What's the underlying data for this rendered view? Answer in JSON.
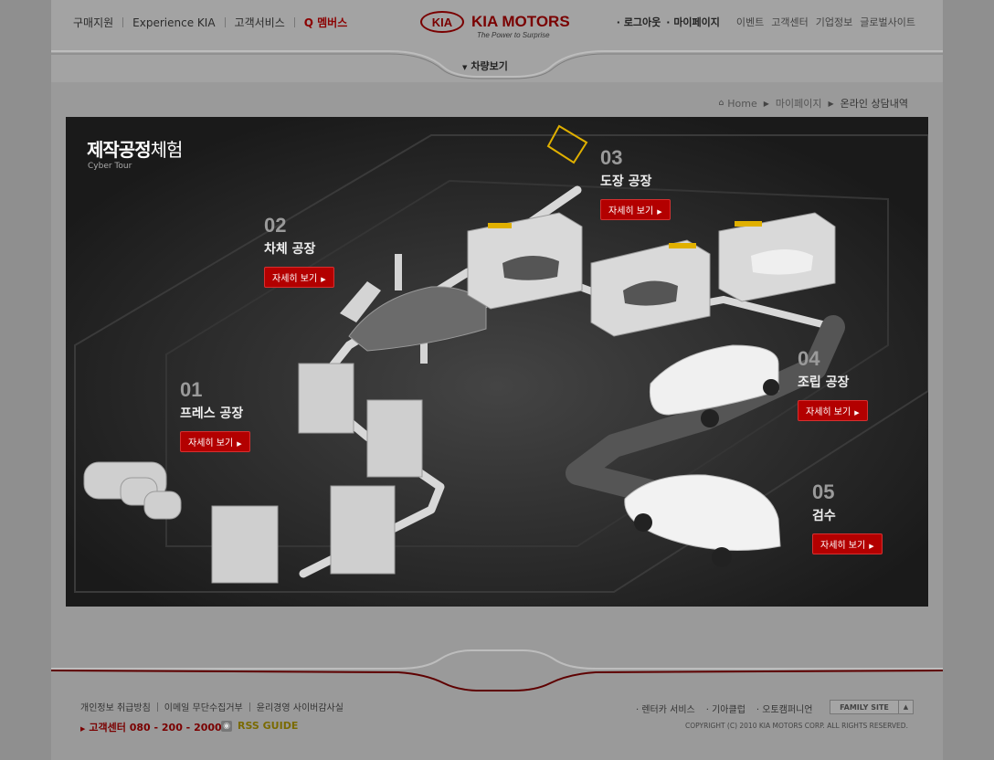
{
  "header": {
    "top_nav": [
      "구매지원",
      "Experience KIA",
      "고객서비스",
      "Q 멤버스"
    ],
    "logo_text": "KIA",
    "logo_name": "KIA MOTORS",
    "logo_tagline": "The Power to Surprise",
    "right_nav_bold": [
      "로그아웃",
      "마이페이지"
    ],
    "right_nav": [
      "이벤트",
      "고객센터",
      "기업정보",
      "글로벌사이트"
    ],
    "vehicle_tab": "차량보기"
  },
  "breadcrumb": {
    "home": "Home",
    "items": [
      "마이페이지",
      "온라인 상담내역"
    ]
  },
  "tour": {
    "title_bold": "제작공정",
    "title_light": "체험",
    "subtitle": "Cyber Tour",
    "detail_label": "자세히 보기",
    "steps": [
      {
        "num": "01",
        "name": "프레스 공장"
      },
      {
        "num": "02",
        "name": "차체 공장"
      },
      {
        "num": "03",
        "name": "도장 공장"
      },
      {
        "num": "04",
        "name": "조립 공장"
      },
      {
        "num": "05",
        "name": "검수"
      }
    ]
  },
  "footer": {
    "links": [
      "개인정보 취급방침",
      "이메일 무단수집거부",
      "윤리경영 사이버감사실"
    ],
    "customer_center": "고객센터 080 - 200 - 2000",
    "rss": "RSS GUIDE",
    "right_links": [
      "렌터카 서비스",
      "기아클럽",
      "오토캠퍼니언"
    ],
    "family_site": "FAMILY SITE",
    "copyright": "COPYRIGHT (C) 2010 KIA MOTORS CORP. ALL RIGHTS RESERVED."
  },
  "colors": {
    "brand_red": "#b30000",
    "stage_bg": "#1e1e1e"
  }
}
